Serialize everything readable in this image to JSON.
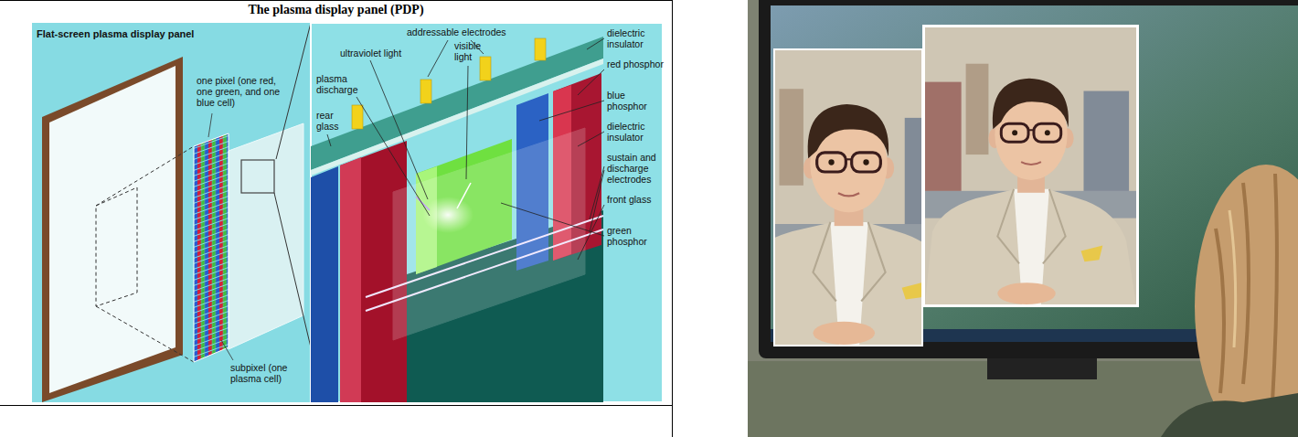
{
  "diagram": {
    "title": "The plasma display panel (PDP)",
    "labels": [
      "Flat-screen plasma display panel",
      "one pixel (one red, one green, and one blue cell)",
      "subpixel (one plasma cell)",
      "addressable electrodes",
      "ultraviolet light",
      "visible light",
      "plasma discharge",
      "rear glass",
      "dielectric insulator",
      "red phosphor",
      "blue phosphor",
      "dielectric insulator",
      "sustain and discharge electrodes",
      "front glass",
      "green phosphor"
    ]
  }
}
